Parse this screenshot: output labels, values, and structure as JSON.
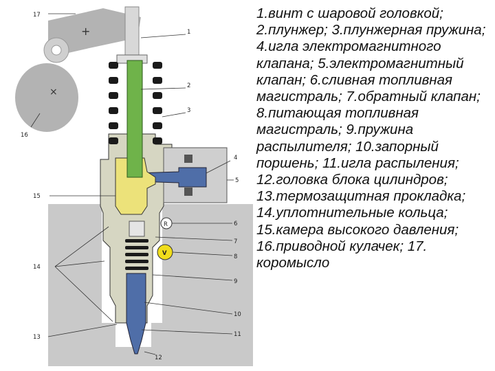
{
  "legend": {
    "items": [
      "1.винт с шаровой головкой;",
      "2.плунжер;",
      "3.плунжерная пружина;",
      "4.игла электромагнитного клапана;",
      "5.электромагнитный клапан;",
      "6.сливная топливная магистраль;",
      "7.обратный клапан;",
      "8.питающая топливная магистраль;",
      "9.пружина распылителя;",
      "10.запорный поршень;",
      "11.игла распыления;",
      "12.головка блока цилиндров;",
      "13.термозащитная прокладка;",
      "14.уплотнительные кольца;",
      "15.камера высокого давления;",
      "16.приводной кулачек;",
      "17. коромысло"
    ]
  },
  "diagram": {
    "numbers": [
      "1",
      "2",
      "3",
      "4",
      "5",
      "6",
      "7",
      "8",
      "9",
      "10",
      "11",
      "12",
      "13",
      "14",
      "15",
      "16",
      "17"
    ],
    "valve_r": "R",
    "valve_v": "V"
  },
  "colors": {
    "plunger": "#6fb34a",
    "needle": "#4f6ea8",
    "chamber": "#ece27a",
    "body": "#d6d6c2",
    "head": "#c9c9c9",
    "spring": "#1a1a1a",
    "cam": "#b3b3b3",
    "valve_v_fill": "#f0dd1c",
    "outline": "#333333"
  }
}
